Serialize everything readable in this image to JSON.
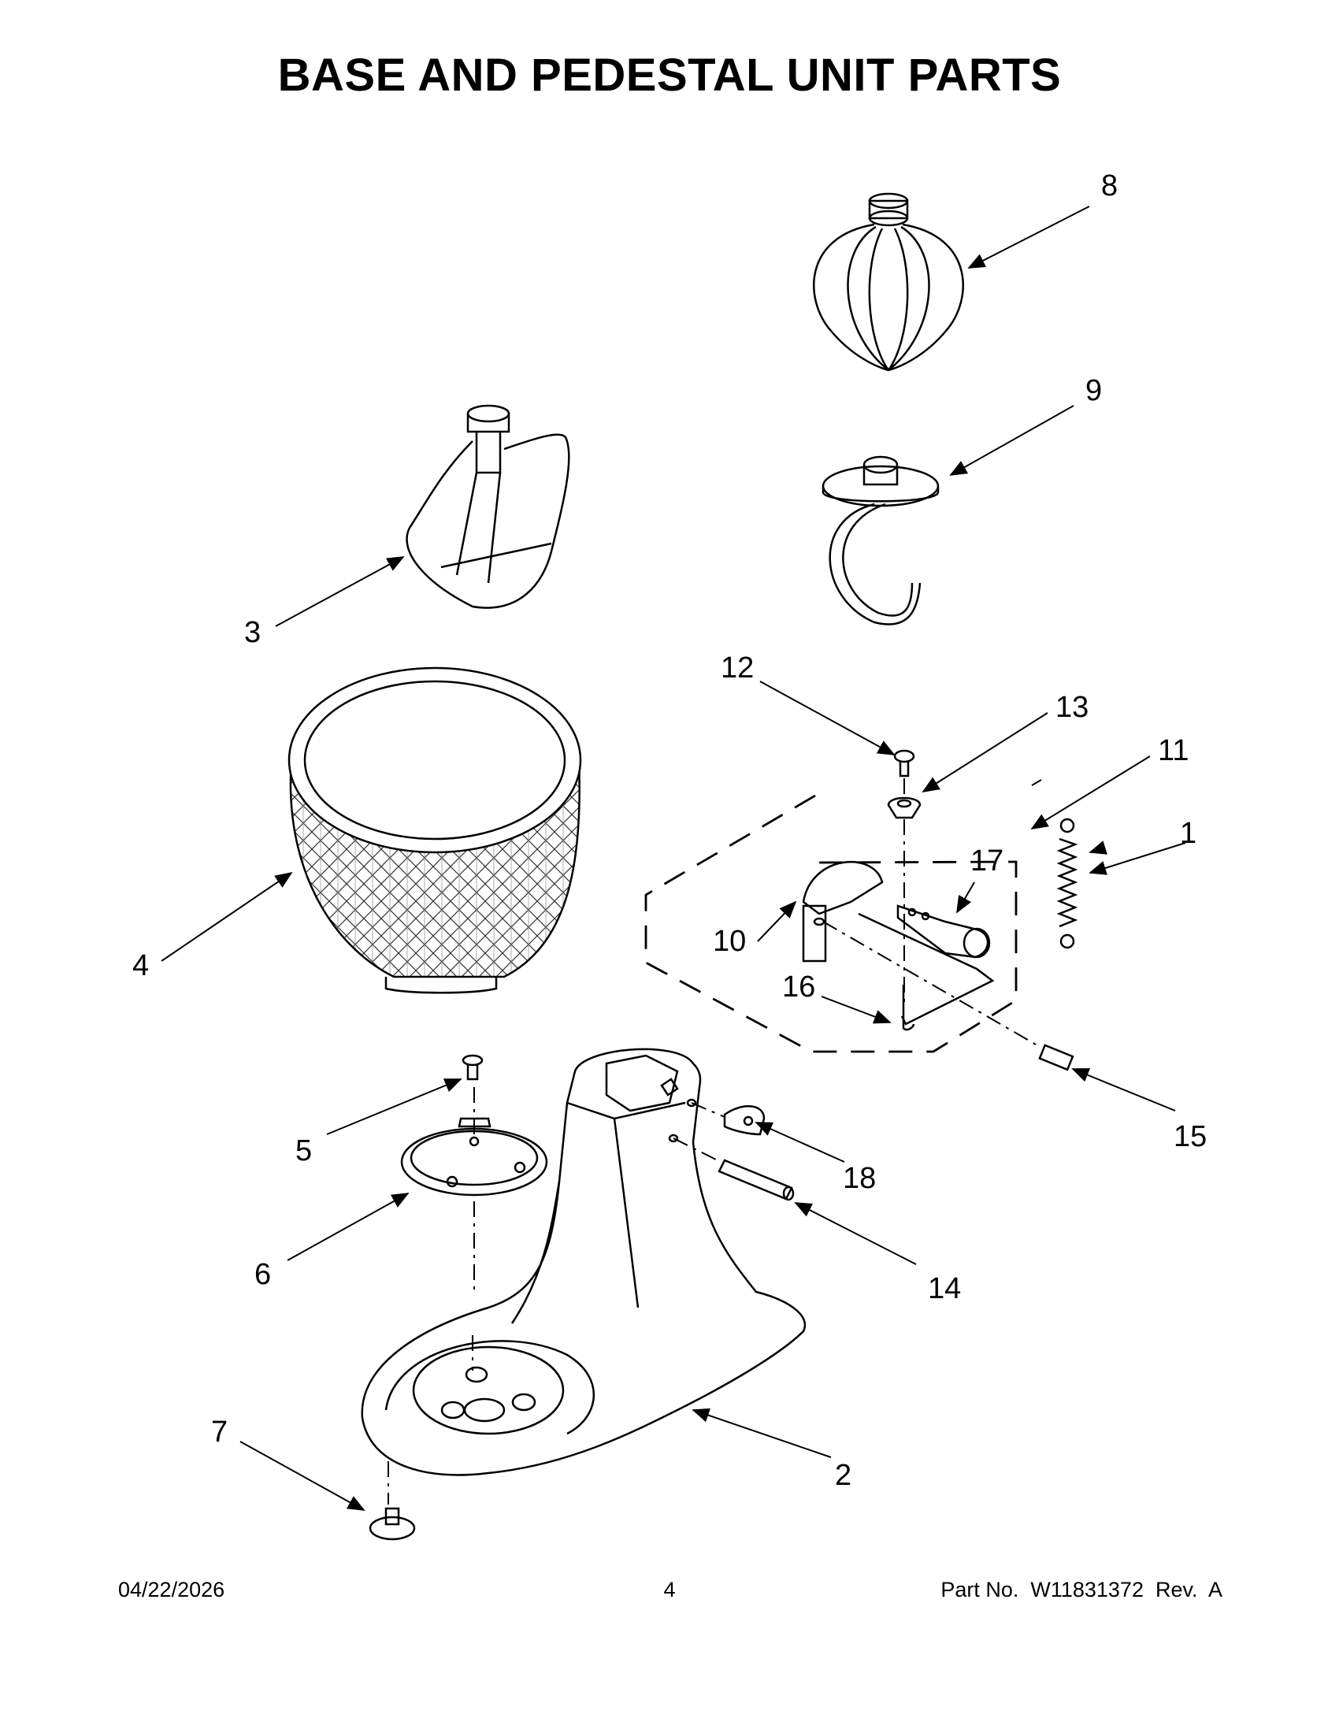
{
  "title": "BASE AND PEDESTAL UNIT PARTS",
  "callouts": [
    "1",
    "2",
    "3",
    "4",
    "5",
    "6",
    "7",
    "8",
    "9",
    "10",
    "11",
    "12",
    "13",
    "14",
    "15",
    "16",
    "17",
    "18"
  ],
  "footer": {
    "date": "04/22/2026",
    "page": "4",
    "part": "Part No.  W11831372  Rev.  A"
  }
}
